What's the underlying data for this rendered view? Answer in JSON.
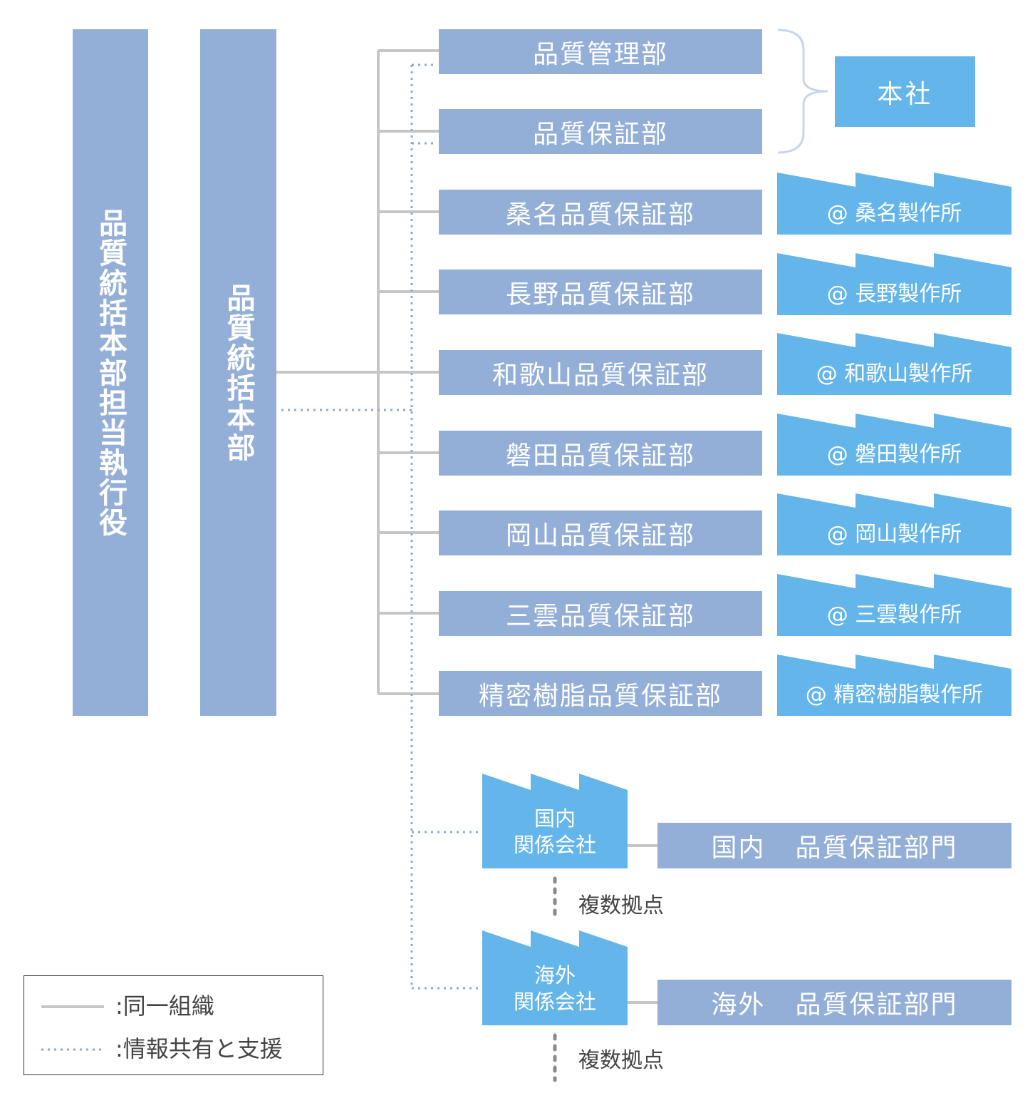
{
  "exec": "品質統括本部担当執行役",
  "hq": "品質統括本部",
  "departments": [
    "品質管理部",
    "品質保証部",
    "桑名品質保証部",
    "長野品質保証部",
    "和歌山品質保証部",
    "磐田品質保証部",
    "岡山品質保証部",
    "三雲品質保証部",
    "精密樹脂品質保証部"
  ],
  "head_office": "本社",
  "factories": [
    "@ 桑名製作所",
    "@ 長野製作所",
    "@ 和歌山製作所",
    "@ 磐田製作所",
    "@ 岡山製作所",
    "@ 三雲製作所",
    "@ 精密樹脂製作所"
  ],
  "affiliates": [
    {
      "name_line1": "国内",
      "name_line2": "関係会社",
      "division_prefix": "国内",
      "division_name": "品質保証部門",
      "multi": "複数拠点"
    },
    {
      "name_line1": "海外",
      "name_line2": "関係会社",
      "division_prefix": "海外",
      "division_name": "品質保証部門",
      "multi": "複数拠点"
    }
  ],
  "legend": {
    "solid": ":同一組織",
    "dotted": ":情報共有と支援"
  },
  "colors": {
    "box_blue": "#93afd7",
    "factory_blue": "#64b5ea",
    "solid_line": "#c6c6c6",
    "dotted_line": "#8eaad4"
  }
}
